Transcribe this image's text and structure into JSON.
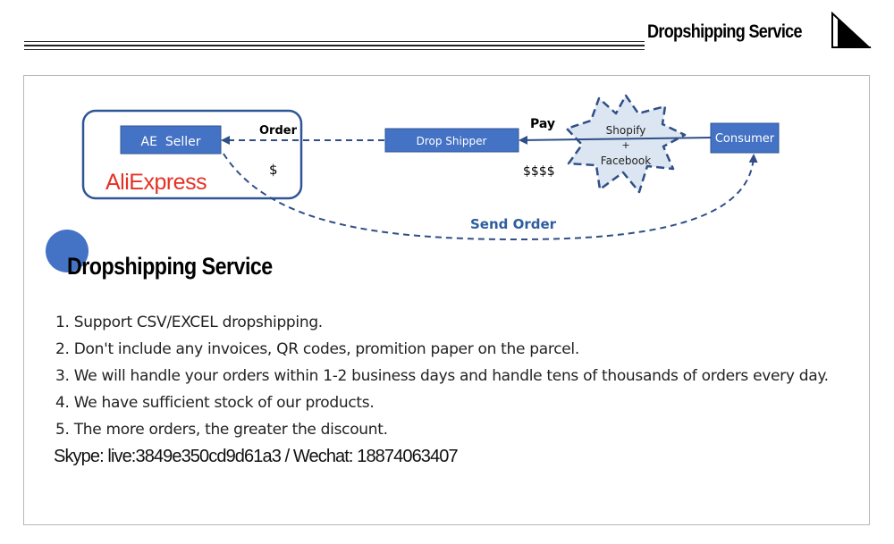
{
  "header": {
    "title": "Dropshipping Service"
  },
  "diagram": {
    "seller_label": "AE  Seller",
    "brand_logo": "AliExpress",
    "order_label": "Order",
    "seller_payment": "$",
    "drop_shipper_label": "Drop Shipper",
    "pay_label": "Pay",
    "shipper_payment": "$$$$",
    "platform_line1": "Shopify",
    "platform_plus": "+",
    "platform_line2": "Facebook",
    "consumer_label": "Consumer",
    "send_order_label": "Send Order",
    "colors": {
      "box_fill": "#4472c4",
      "arrow": "#2f4f86",
      "star_fill": "#dce6f2",
      "send_order_text": "#2e5d9e",
      "brand_red": "#e43225"
    }
  },
  "section": {
    "title": "Dropshipping Service"
  },
  "features": [
    "1. Support CSV/EXCEL dropshipping.",
    "2. Don't include any invoices, QR codes, promition paper on the parcel.",
    "3. We will handle your orders within 1-2 business days and handle tens of thousands of orders every day.",
    "4. We have sufficient stock of our products.",
    "5. The more orders, the greater the discount."
  ],
  "contact": "Skype: live:3849e350cd9d61a3 / Wechat: 18874063407"
}
